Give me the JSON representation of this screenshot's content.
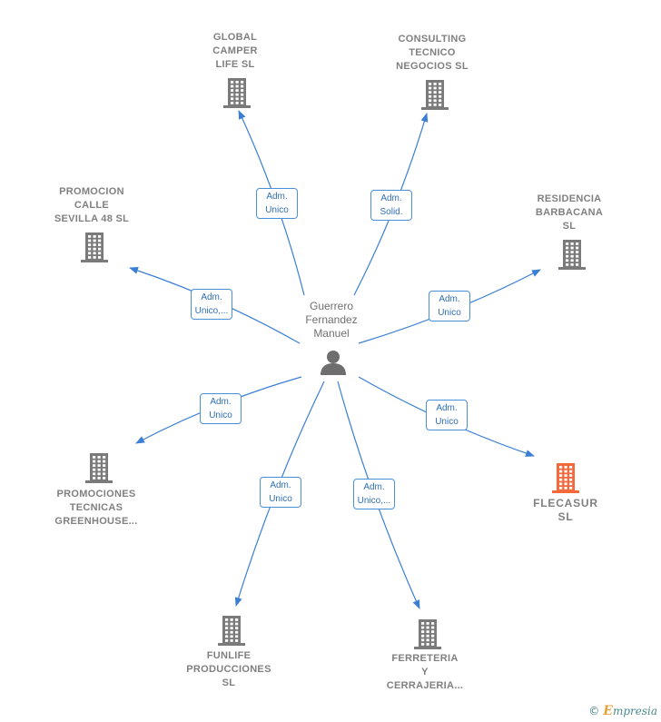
{
  "center": {
    "name": "Guerrero\nFernandez\nManuel"
  },
  "colors": {
    "edge": "#3a7fd5",
    "building": "#7a7a7a",
    "highlight": "#f4683c"
  },
  "companies": [
    {
      "id": "global",
      "name": "GLOBAL\nCAMPER\nLIFE  SL",
      "relation": "Adm.\nUnico",
      "highlight": false
    },
    {
      "id": "consulting",
      "name": "CONSULTING\nTECNICO\nNEGOCIOS SL",
      "relation": "Adm.\nSolid.",
      "highlight": false
    },
    {
      "id": "promocion",
      "name": "PROMOCION\nCALLE\nSEVILLA 48  SL",
      "relation": "Adm.\nUnico,...",
      "highlight": false
    },
    {
      "id": "residencia",
      "name": "RESIDENCIA\nBARBACANA\nSL",
      "relation": "Adm.\nUnico",
      "highlight": false
    },
    {
      "id": "promociones",
      "name": "PROMOCIONES\nTECNICAS\nGREENHOUSE...",
      "relation": "Adm.\nUnico",
      "highlight": false
    },
    {
      "id": "flecasur",
      "name": "FLECASUR\nSL",
      "relation": "Adm.\nUnico",
      "highlight": true
    },
    {
      "id": "funlife",
      "name": "FUNLIFE\nPRODUCCIONES\nSL",
      "relation": "Adm.\nUnico",
      "highlight": false
    },
    {
      "id": "ferreteria",
      "name": "FERRETERIA\nY\nCERRAJERIA...",
      "relation": "Adm.\nUnico,...",
      "highlight": false
    }
  ],
  "footer": {
    "copyright": "©",
    "brand_initial": "E",
    "brand_rest": "mpresia"
  }
}
